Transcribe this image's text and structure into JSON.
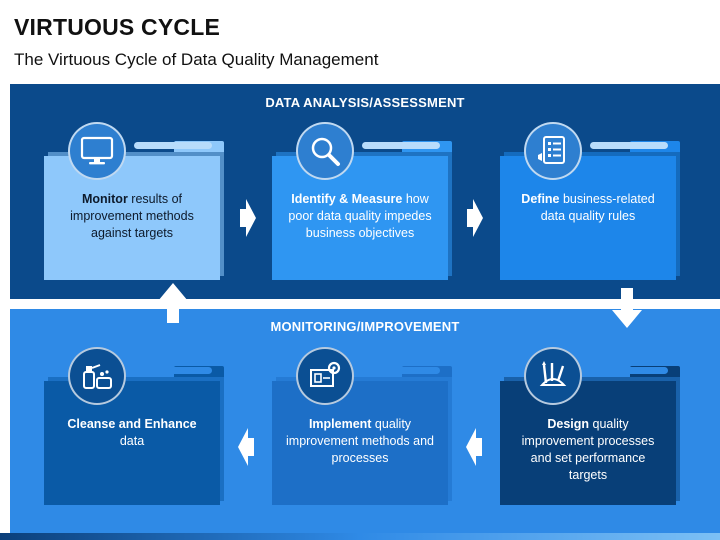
{
  "header": {
    "title": "VIRTUOUS CYCLE",
    "subtitle": "The Virtuous Cycle of Data Quality Management"
  },
  "bands": {
    "top_label": "DATA ANALYSIS/ASSESSMENT",
    "bottom_label": "MONITORING/IMPROVEMENT"
  },
  "cards": {
    "monitor": {
      "bold": "Monitor",
      "text": " results of improvement methods against targets",
      "icon": "monitor-icon"
    },
    "identify": {
      "bold": "Identify & Measure",
      "text": " how poor data quality impedes business objectives",
      "icon": "magnifier-icon"
    },
    "define": {
      "bold": "Define",
      "text": "  business-related data quality rules",
      "icon": "checklist-icon"
    },
    "design": {
      "bold": "Design",
      "text": " quality improvement processes and set performance targets",
      "icon": "design-tools-icon"
    },
    "implement": {
      "bold": "Implement",
      "text": " quality improvement methods and processes",
      "icon": "blueprint-gear-icon"
    },
    "cleanse": {
      "bold": "Cleanse and Enhance",
      "text": " data",
      "icon": "cleaning-icon"
    }
  },
  "colors": {
    "top_band": "#0b4a8b",
    "bottom_band": "#2f8ae6"
  }
}
